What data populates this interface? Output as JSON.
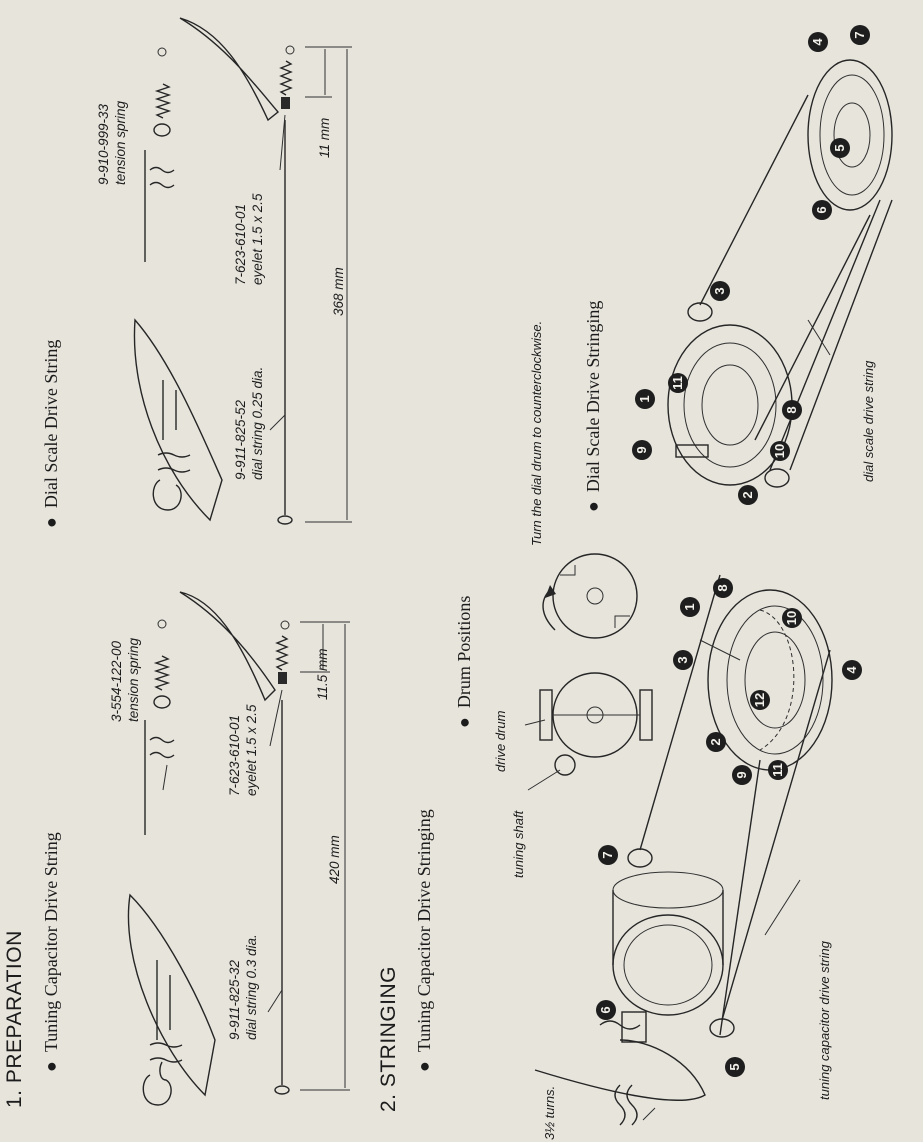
{
  "preparation": {
    "heading": "1.  PREPARATION",
    "tuning_string": {
      "bullet": "Tuning Capacitor Drive String",
      "string_part": "9-911-825-32",
      "string_desc": "dial string 0.3 dia.",
      "eyelet_part": "7-623-610-01",
      "eyelet_desc": "eyelet 1.5 x 2.5",
      "spring_part": "3-554-122-00",
      "spring_desc": "tension spring",
      "length": "420 mm",
      "offset": "11.5 mm"
    },
    "dial_string": {
      "bullet": "Dial Scale Drive String",
      "string_part": "9-911-825-52",
      "string_desc": "dial string 0.25 dia.",
      "eyelet_part": "7-623-610-01",
      "eyelet_desc": "eyelet 1.5 x 2.5",
      "spring_part": "9-910-999-33",
      "spring_desc": "tension spring",
      "length": "368 mm",
      "offset": "11 mm"
    }
  },
  "stringing": {
    "heading": "2.  STRINGING",
    "tuning_bullet": "Tuning Capacitor Drive Stringing",
    "drum_bullet": "Drum Positions",
    "drum_note": "Turn the dial drum to counterclockwise.",
    "dial_bullet": "Dial Scale Drive Stringing",
    "labels": {
      "turns": "3½ turns.",
      "tuning_shaft": "tuning shaft",
      "drive_drum": "drive drum",
      "tuning_string": "tuning capacitor drive string",
      "dial_string": "dial scale drive string"
    }
  },
  "callouts": {
    "n1": "1",
    "n2": "2",
    "n3": "3",
    "n4": "4",
    "n5": "5",
    "n6": "6",
    "n7": "7",
    "n8": "8",
    "n9": "9",
    "n10": "10",
    "n11": "11",
    "n12": "12"
  },
  "colors": {
    "paper": "#e7e4dc",
    "ink": "#1c1c1c"
  }
}
